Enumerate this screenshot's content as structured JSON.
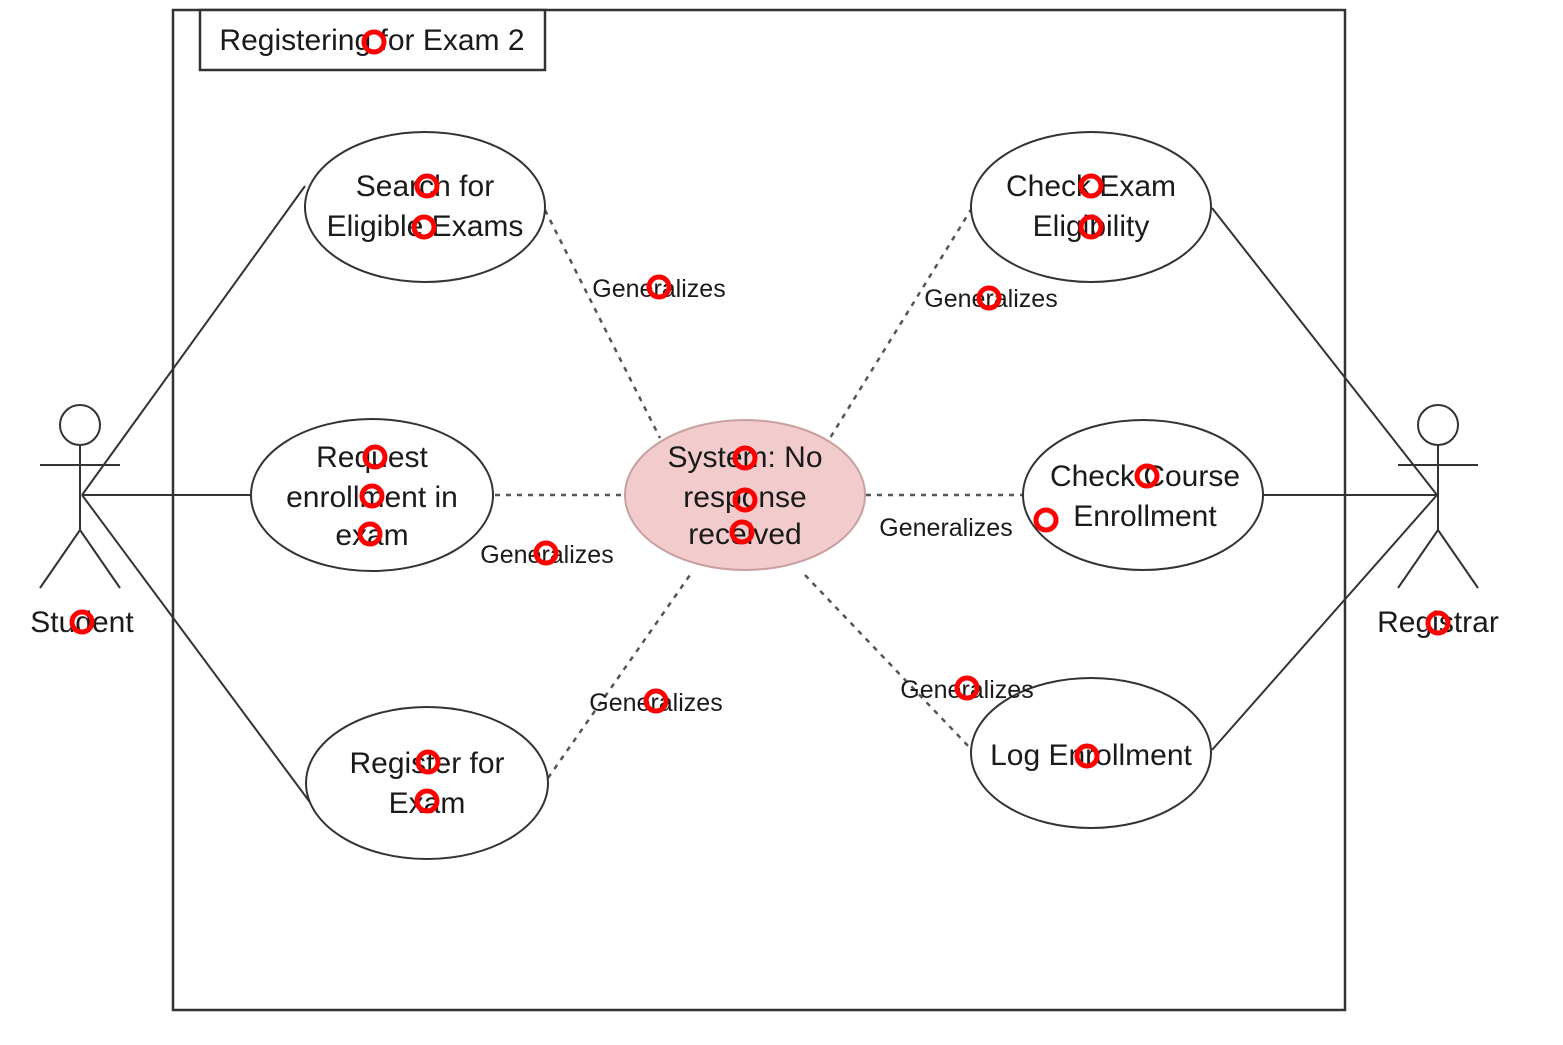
{
  "frame": {
    "title": "Registering for Exam 2"
  },
  "actors": {
    "student": "Student",
    "registrar": "Registrar"
  },
  "use_cases": {
    "search": [
      "Search for",
      "Eligible Exams"
    ],
    "request": [
      "Request",
      "enrollment in",
      "exam"
    ],
    "register": [
      "Register for",
      "Exam"
    ],
    "center": [
      "System: No",
      "response",
      "received"
    ],
    "check_exam": [
      "Check Exam",
      "Eligibility"
    ],
    "check_course": [
      "Check Course",
      "Enrollment"
    ],
    "log": [
      "Log Enrollment"
    ]
  },
  "relations": {
    "search_center": "Generalizes",
    "request_center": "Generalizes",
    "register_center": "Generalizes",
    "check_exam_center": "Generalizes",
    "check_course_center": "Generalizes",
    "log_center": "Generalizes"
  },
  "colors": {
    "center_fill": "#f2cccc",
    "center_stroke": "#c9a0a0",
    "marker": "#ff0000",
    "line": "#333333"
  }
}
